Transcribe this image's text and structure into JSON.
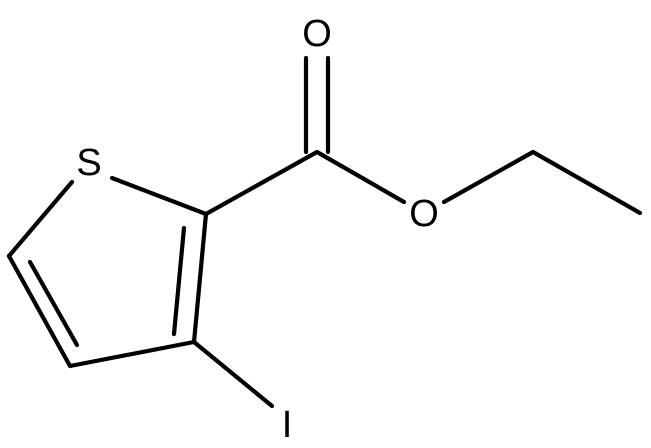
{
  "molecule": {
    "atoms": {
      "oxygen_carbonyl": "O",
      "sulfur": "S",
      "oxygen_ester": "O",
      "iodine": "I"
    },
    "colors": {
      "bond": "#000000",
      "label": "#000000",
      "background": "#ffffff"
    }
  }
}
